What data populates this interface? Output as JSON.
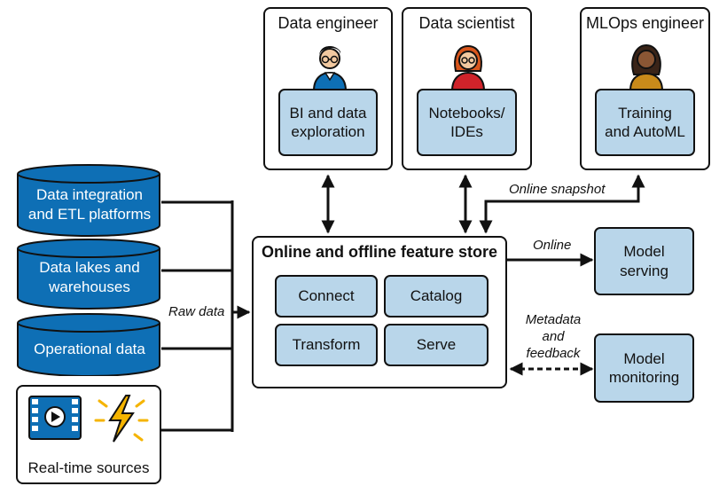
{
  "roles": {
    "data_engineer": {
      "title": "Data engineer",
      "tool": "BI and data\nexploration"
    },
    "data_scientist": {
      "title": "Data scientist",
      "tool": "Notebooks/\nIDEs"
    },
    "mlops_engineer": {
      "title": "MLOps engineer",
      "tool": "Training\nand AutoML"
    }
  },
  "sources": {
    "etl": "Data integration\nand ETL platforms",
    "lakes": "Data lakes and\nwarehouses",
    "operational": "Operational data",
    "realtime": "Real-time sources"
  },
  "feature_store": {
    "title": "Online and offline feature store",
    "modules": [
      "Connect",
      "Catalog",
      "Transform",
      "Serve"
    ]
  },
  "outputs": {
    "serving": "Model\nserving",
    "monitoring": "Model\nmonitoring"
  },
  "edge_labels": {
    "raw_data": "Raw data",
    "online_snapshot": "Online snapshot",
    "online": "Online",
    "metadata": "Metadata\nand\nfeedback"
  },
  "colors": {
    "cylinder": "#0e6fb5",
    "box_fill": "#b9d6ea",
    "lightning": "#f5b400",
    "stroke": "#111111"
  }
}
